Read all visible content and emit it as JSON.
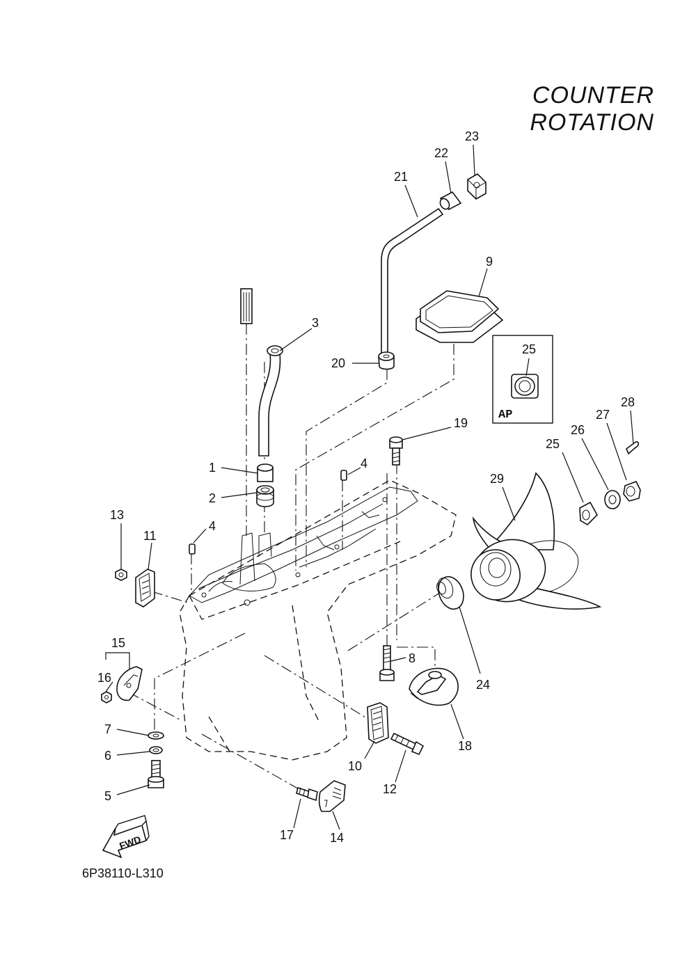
{
  "title": "COUNTER  ROTATION",
  "footer_code": "6P38110-L310",
  "fwd_label": "FWD",
  "ap_label": "AP",
  "callouts": {
    "c1": "1",
    "c2": "2",
    "c3": "3",
    "c4a": "4",
    "c4b": "4",
    "c5": "5",
    "c6": "6",
    "c7": "7",
    "c8": "8",
    "c9": "9",
    "c10": "10",
    "c11": "11",
    "c12": "12",
    "c13": "13",
    "c14": "14",
    "c15": "15",
    "c16": "16",
    "c17": "17",
    "c18": "18",
    "c19": "19",
    "c20": "20",
    "c21": "21",
    "c22": "22",
    "c23": "23",
    "c24": "24",
    "c25a": "25",
    "c25b": "25",
    "c26": "26",
    "c27": "27",
    "c28": "28",
    "c29": "29"
  },
  "parts": [
    {
      "no": "1",
      "icon": "bushing-icon"
    },
    {
      "no": "2",
      "icon": "grommet-icon"
    },
    {
      "no": "3",
      "icon": "water-tube-icon"
    },
    {
      "no": "4",
      "icon": "dowel-pin-icon"
    },
    {
      "no": "5",
      "icon": "bolt-icon"
    },
    {
      "no": "6",
      "icon": "lock-washer-icon"
    },
    {
      "no": "7",
      "icon": "washer-icon"
    },
    {
      "no": "8",
      "icon": "bolt-icon"
    },
    {
      "no": "9",
      "icon": "gasket-icon"
    },
    {
      "no": "10",
      "icon": "cover-icon"
    },
    {
      "no": "11",
      "icon": "cover-icon"
    },
    {
      "no": "12",
      "icon": "screw-icon"
    },
    {
      "no": "13",
      "icon": "nut-icon"
    },
    {
      "no": "14",
      "icon": "cover-icon"
    },
    {
      "no": "15",
      "icon": "cover-icon"
    },
    {
      "no": "16",
      "icon": "nut-icon"
    },
    {
      "no": "17",
      "icon": "screw-icon"
    },
    {
      "no": "18",
      "icon": "trim-tab-icon"
    },
    {
      "no": "19",
      "icon": "bolt-icon"
    },
    {
      "no": "20",
      "icon": "grommet-icon"
    },
    {
      "no": "21",
      "icon": "pipe-icon"
    },
    {
      "no": "22",
      "icon": "seal-icon"
    },
    {
      "no": "23",
      "icon": "holder-icon"
    },
    {
      "no": "24",
      "icon": "spacer-icon"
    },
    {
      "no": "25",
      "icon": "washer-icon"
    },
    {
      "no": "26",
      "icon": "washer-icon"
    },
    {
      "no": "27",
      "icon": "nut-icon"
    },
    {
      "no": "28",
      "icon": "cotter-pin-icon"
    },
    {
      "no": "29",
      "icon": "propeller-icon"
    }
  ]
}
